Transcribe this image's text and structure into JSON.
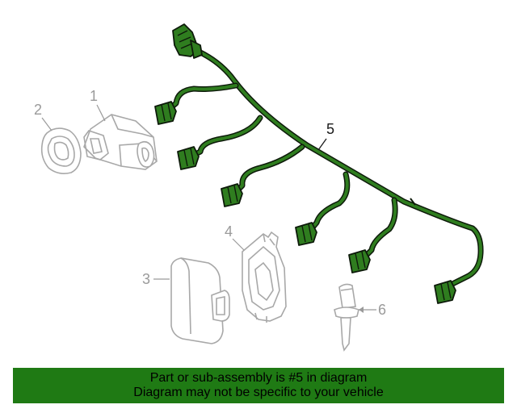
{
  "banner": {
    "line1": "Part or sub-assembly is #5 in diagram",
    "line2": "Diagram may not be specific to your vehicle"
  },
  "callouts": {
    "c1": "1",
    "c2": "2",
    "c3": "3",
    "c4": "4",
    "c5": "5",
    "c6": "6"
  },
  "colors": {
    "harness": "#2f7d1f",
    "banner": "#1f7a14",
    "line_art": "#a8a8a8"
  }
}
